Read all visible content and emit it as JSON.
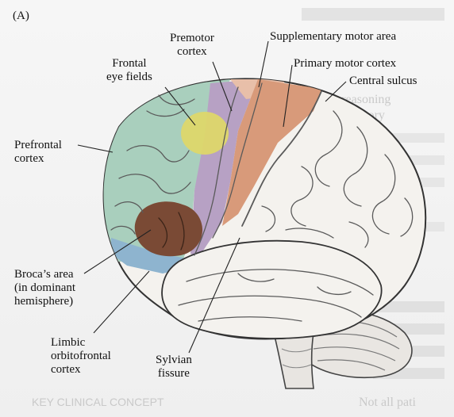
{
  "figure": {
    "panel_tag": "(A)",
    "labels": {
      "premotor_cortex": [
        "Premotor",
        "cortex"
      ],
      "supplementary_motor_area": "Supplementary motor area",
      "primary_motor_cortex": "Primary motor cortex",
      "central_sulcus": "Central sulcus",
      "frontal_eye_fields": [
        "Frontal",
        "eye fields"
      ],
      "prefrontal_cortex": [
        "Prefrontal",
        "cortex"
      ],
      "brocas_area": [
        "Broca’s area",
        "(in dominant",
        "hemisphere)"
      ],
      "limbic_orbitofrontal_cortex": [
        "Limbic",
        "orbitofrontal",
        "cortex"
      ],
      "sylvian_fissure": [
        "Sylvian",
        "fissure"
      ]
    },
    "region_colors": {
      "prefrontal": "#a9cfbd",
      "frontal_eye_fields": "#ddd76a",
      "premotor": "#b7a1c4",
      "primary_motor": "#d89a7a",
      "supplementary_motor": "#e8bfa9",
      "broca": "#7a4a35",
      "orbitofrontal": "#8eb4cf",
      "cortex_white": "#f4f2ee"
    }
  },
  "background_text": [
    "Abstract reasoning",
    "Working memory",
    "KEY CLINICAL CONCEPT",
    "Not all pati"
  ]
}
